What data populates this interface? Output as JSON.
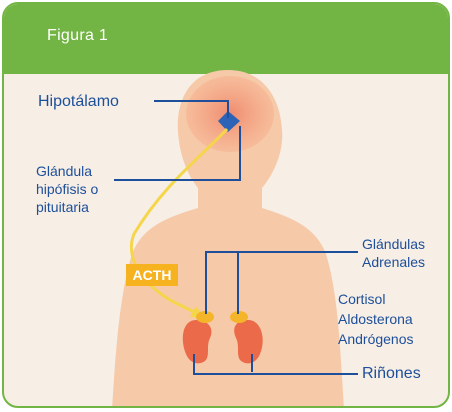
{
  "figure": {
    "title": "Figura 1"
  },
  "labels": {
    "hypothalamus": "Hipotálamo",
    "pituitary": [
      "Glándula",
      "hipófisis o",
      "pituitaria"
    ],
    "adrenal": [
      "Glándulas",
      "Adrenales"
    ],
    "hormones": [
      "Cortisol",
      "Aldosterona",
      "Andrógenos"
    ],
    "kidneys": "Riñones",
    "acth": "ACTH"
  },
  "colors": {
    "frame": "#73b544",
    "background": "#f7eee5",
    "body": "#f5c7a6",
    "brain": "#f0a582",
    "pituitary_marker": "#2c63b6",
    "kidney": "#ea6a4a",
    "adrenal": "#f5b52a",
    "lines": "#1d4f9a",
    "hormone_path": "#f5d64b",
    "acth_badge": "#f6b21f"
  }
}
